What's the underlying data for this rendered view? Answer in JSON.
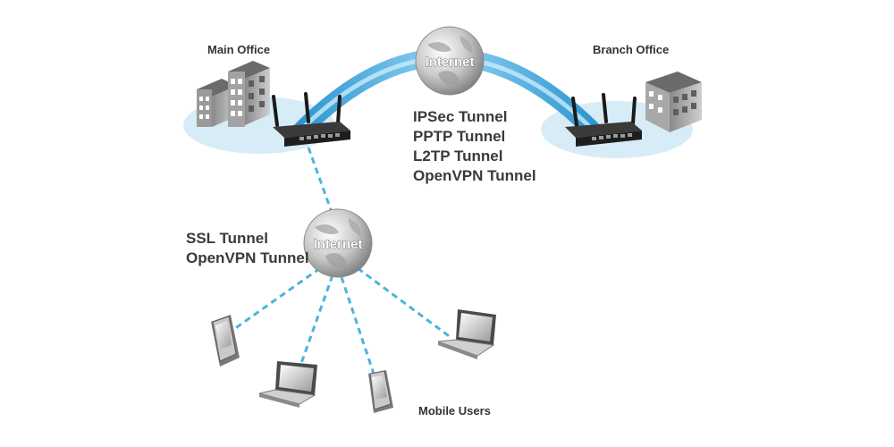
{
  "sites": {
    "main_office": "Main Office",
    "branch_office": "Branch Office",
    "mobile_users": "Mobile Users"
  },
  "internet": {
    "top_label": "Internet",
    "bottom_label": "Internet"
  },
  "site_to_site_tunnels": [
    "IPSec Tunnel",
    "PPTP Tunnel",
    "L2TP Tunnel",
    "OpenVPN Tunnel"
  ],
  "remote_tunnels": [
    "SSL Tunnel",
    "OpenVPN Tunnel"
  ],
  "colors": {
    "tunnel_arc": "#3fa9dc",
    "dashed_link": "#4db3e0",
    "base_ellipse": "#d7ecf7"
  }
}
